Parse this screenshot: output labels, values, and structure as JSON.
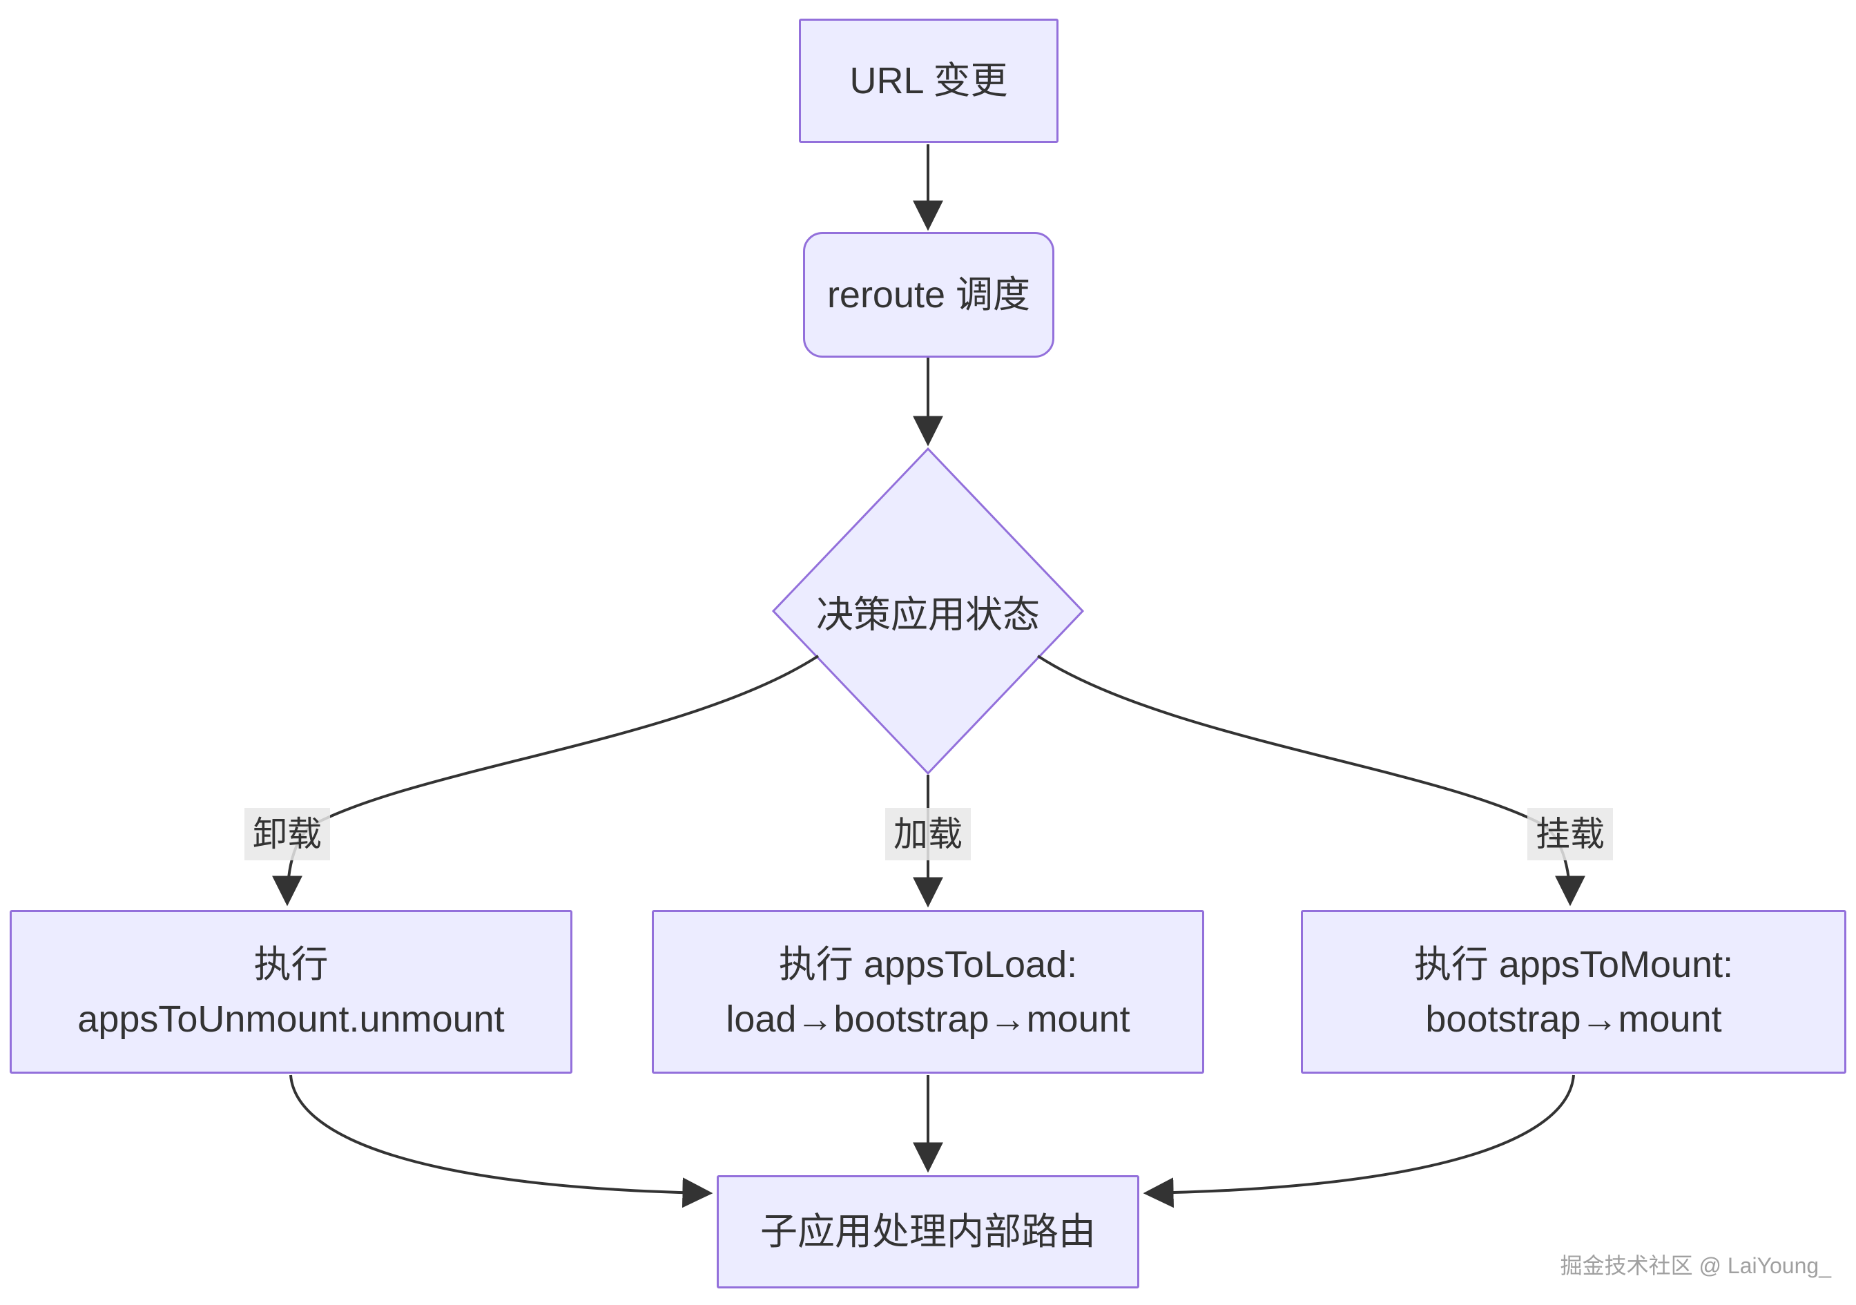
{
  "diagram": {
    "nodes": {
      "url_change": {
        "label": "URL 变更"
      },
      "reroute": {
        "label": "reroute 调度"
      },
      "decision": {
        "label": "决策应用状态"
      },
      "unmount_box": {
        "line1": "执行",
        "line2": "appsToUnmount.unmount"
      },
      "load_box": {
        "line1": "执行 appsToLoad:",
        "line2": "load→bootstrap→mount"
      },
      "mount_box": {
        "line1": "执行 appsToMount:",
        "line2": "bootstrap→mount"
      },
      "subapp_routing": {
        "label": "子应用处理内部路由"
      }
    },
    "edge_labels": {
      "unload": "卸载",
      "load": "加载",
      "mount": "挂载"
    },
    "colors": {
      "node_fill": "#ECECFF",
      "node_border": "#9370DB",
      "edge": "#333333",
      "label_bg": "rgba(232,232,232,0.85)",
      "text": "#333333"
    }
  },
  "watermark": {
    "text": "掘金技术社区 @ LaiYoung_"
  }
}
